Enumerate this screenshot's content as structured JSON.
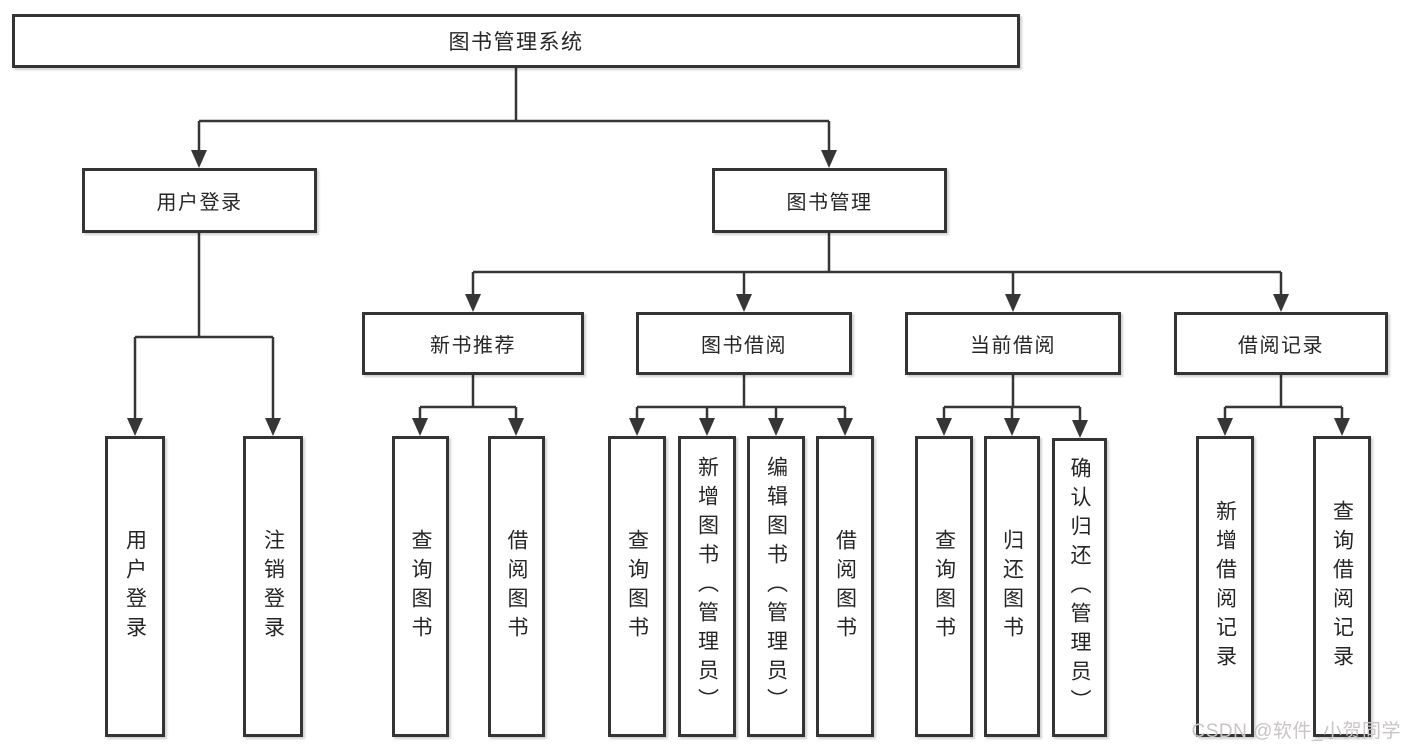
{
  "tree": {
    "root": {
      "label": "图书管理系统"
    },
    "branches": [
      {
        "label": "用户登录",
        "children": [
          {
            "label": "用户登录"
          },
          {
            "label": "注销登录"
          }
        ]
      },
      {
        "label": "图书管理",
        "children": [
          {
            "label": "新书推荐",
            "children": [
              {
                "label": "查询图书"
              },
              {
                "label": "借阅图书"
              }
            ]
          },
          {
            "label": "图书借阅",
            "children": [
              {
                "label": "查询图书"
              },
              {
                "label": "新增图书（管理员）"
              },
              {
                "label": "编辑图书（管理员）"
              },
              {
                "label": "借阅图书"
              }
            ]
          },
          {
            "label": "当前借阅",
            "children": [
              {
                "label": "查询图书"
              },
              {
                "label": "归还图书"
              },
              {
                "label": "确认归还（管理员）"
              }
            ]
          },
          {
            "label": "借阅记录",
            "children": [
              {
                "label": "新增借阅记录"
              },
              {
                "label": "查询借阅记录"
              }
            ]
          }
        ]
      }
    ]
  },
  "watermark": {
    "text": "CSDN @软件_小贺同学"
  },
  "colors": {
    "box_border": "#343434",
    "connector": "#363636",
    "text": "#262626",
    "watermark": "#c9c4c4",
    "background": "#ffffff"
  }
}
